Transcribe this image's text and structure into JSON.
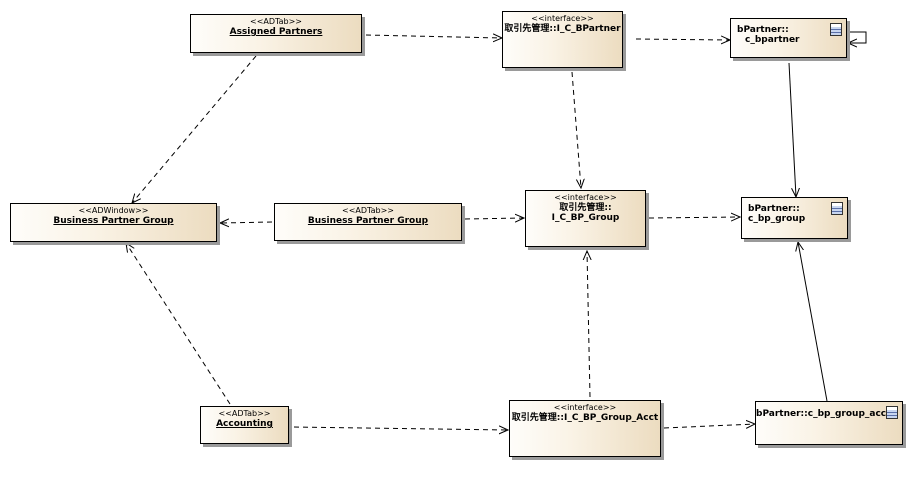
{
  "nodes": {
    "assigned_partners": {
      "stereotype": "<<ADTab>>",
      "name": "Assigned Partners"
    },
    "i_c_bpartner": {
      "stereotype": "<<interface>>",
      "name": "取引先管理::I_C_BPartner"
    },
    "c_bpartner": {
      "line1": "bPartner::",
      "line2": "c_bpartner",
      "icon": "table-icon"
    },
    "bp_group_window": {
      "stereotype": "<<ADWindow>>",
      "name": "Business Partner Group"
    },
    "bp_group_tab": {
      "stereotype": "<<ADTab>>",
      "name": "Business Partner Group"
    },
    "i_c_bp_group": {
      "stereotype": "<<interface>>",
      "line1": "取引先管理::",
      "line2": "I_C_BP_Group"
    },
    "c_bp_group": {
      "line1": "bPartner::",
      "line2": "c_bp_group",
      "icon": "table-icon"
    },
    "accounting": {
      "stereotype": "<<ADTab>>",
      "name": "Accounting"
    },
    "i_c_bp_group_acct": {
      "stereotype": "<<interface>>",
      "name": "取引先管理::I_C_BP_Group_Acct"
    },
    "c_bp_group_acct": {
      "name": "bPartner::c_bp_group_acct",
      "icon": "table-icon"
    }
  },
  "colors": {
    "node_fill_light": "#fefdfa",
    "node_fill_dark": "#ecdcc0",
    "line": "#000000",
    "shadow": "#9a9a9a"
  }
}
